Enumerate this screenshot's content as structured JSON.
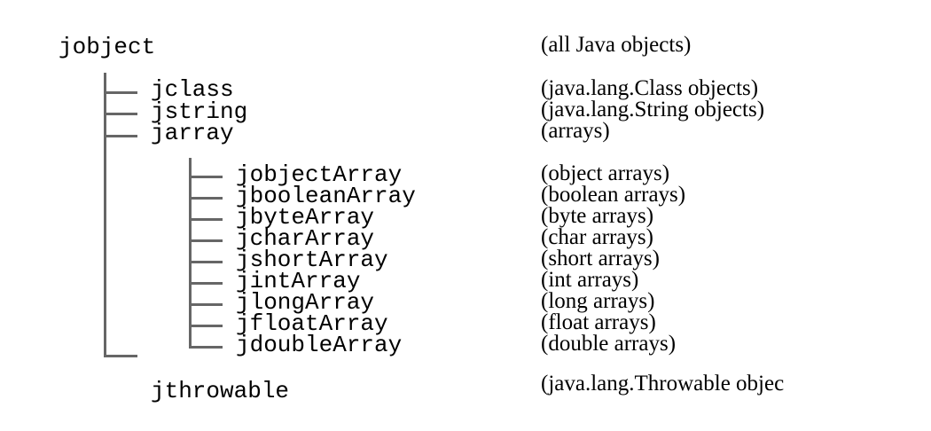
{
  "root": {
    "name": "jobject",
    "desc": "(all Java objects)"
  },
  "children": [
    {
      "name": "jclass",
      "desc": "(java.lang.Class objects)"
    },
    {
      "name": "jstring",
      "desc": "(java.lang.String objects)"
    },
    {
      "name": "jarray",
      "desc": "(arrays)"
    },
    {
      "name": "jthrowable",
      "desc": "(java.lang.Throwable objec"
    }
  ],
  "array_types": [
    {
      "name": "jobjectArray",
      "desc": "(object arrays)"
    },
    {
      "name": "jbooleanArray",
      "desc": "(boolean arrays)"
    },
    {
      "name": "jbyteArray",
      "desc": "(byte arrays)"
    },
    {
      "name": "jcharArray",
      "desc": "(char arrays)"
    },
    {
      "name": "jshortArray",
      "desc": "(short arrays)"
    },
    {
      "name": "jintArray",
      "desc": "(int arrays)"
    },
    {
      "name": "jlongArray",
      "desc": "(long arrays)"
    },
    {
      "name": "jfloatArray",
      "desc": "(float arrays)"
    },
    {
      "name": "jdoubleArray",
      "desc": "(double arrays)"
    }
  ],
  "colors": {
    "text": "#000000",
    "line": "#666666",
    "background": "#ffffff"
  }
}
